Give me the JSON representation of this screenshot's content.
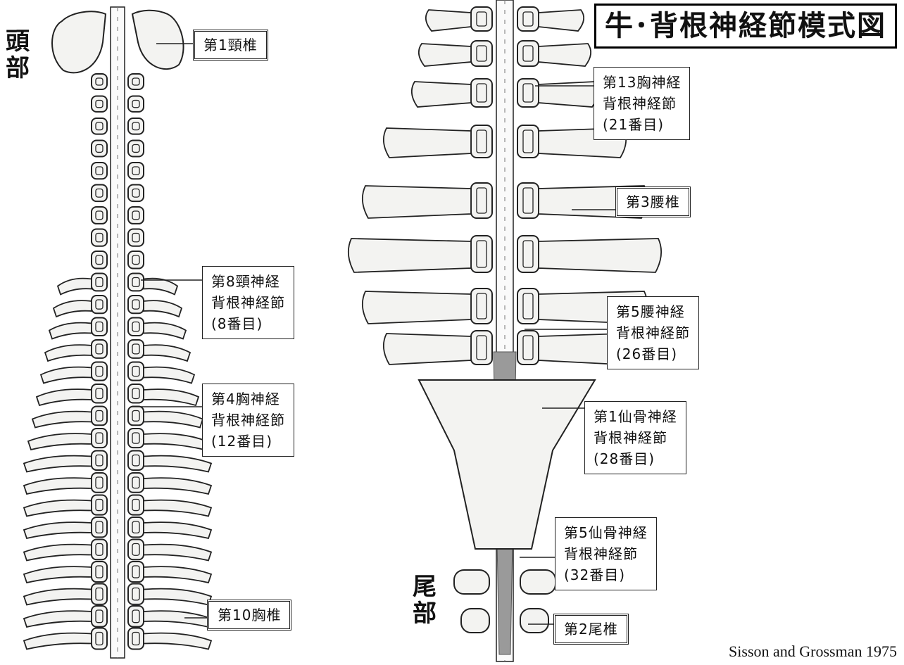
{
  "title": "牛･背根神経節模式図",
  "side_labels": {
    "head": "頭\n部",
    "tail": "尾\n部"
  },
  "labels": {
    "c1": "第1頸椎",
    "c8_dorsal_root": "第8頸神経\n背根神経節\n(8番目)",
    "t4_dorsal_root": "第4胸神経\n背根神経節\n(12番目)",
    "t10": "第10胸椎",
    "t13_dorsal_root": "第13胸神経\n背根神経節\n(21番目)",
    "l3": "第3腰椎",
    "l5_dorsal_root": "第5腰神経\n背根神経節\n(26番目)",
    "s1_dorsal_root": "第1仙骨神経\n背根神経節\n(28番目)",
    "s5_dorsal_root": "第5仙骨神経\n背根神経節\n(32番目)",
    "co2": "第2尾椎"
  },
  "credit": "Sisson and Grossman 1975",
  "colors": {
    "line": "#222222",
    "bone_fill": "#f3f3f1",
    "cord": "#9a9a9a"
  }
}
